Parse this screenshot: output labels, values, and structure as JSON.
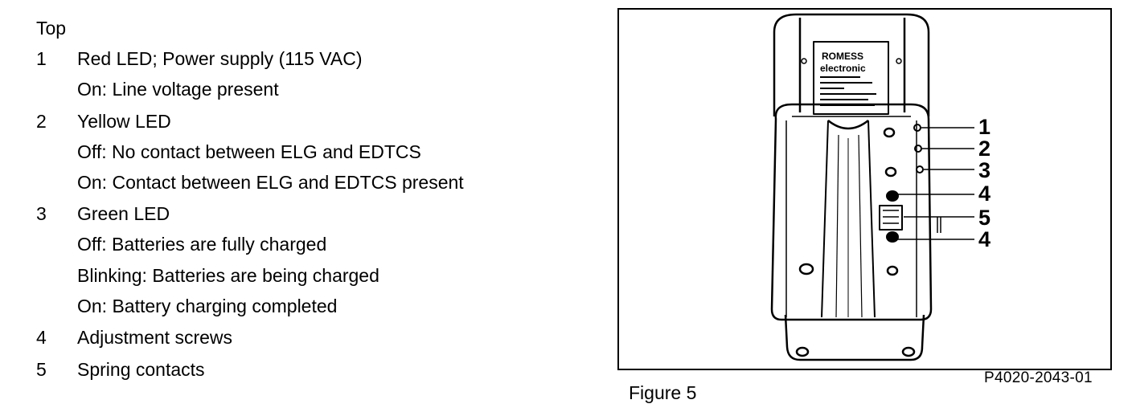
{
  "legend": {
    "heading": "Top",
    "items": [
      {
        "num": "1",
        "lines": [
          "Red LED; Power supply (115 VAC)",
          "On: Line voltage present"
        ]
      },
      {
        "num": "2",
        "lines": [
          "Yellow LED",
          "Off: No contact between ELG and EDTCS",
          "On: Contact between ELG and EDTCS present"
        ]
      },
      {
        "num": "3",
        "lines": [
          "Green LED",
          "Off: Batteries are fully charged",
          "Blinking: Batteries are being charged",
          "On: Battery charging completed"
        ]
      },
      {
        "num": "4",
        "lines": [
          "Adjustment screws"
        ]
      },
      {
        "num": "5",
        "lines": [
          "Spring contacts"
        ]
      }
    ]
  },
  "figure": {
    "caption": "Figure 5",
    "ref": "P4020-2043-01",
    "logo_line1": "ROMESS",
    "logo_line2": "electronic",
    "callouts": [
      "1",
      "2",
      "3",
      "4",
      "5",
      "4"
    ]
  }
}
